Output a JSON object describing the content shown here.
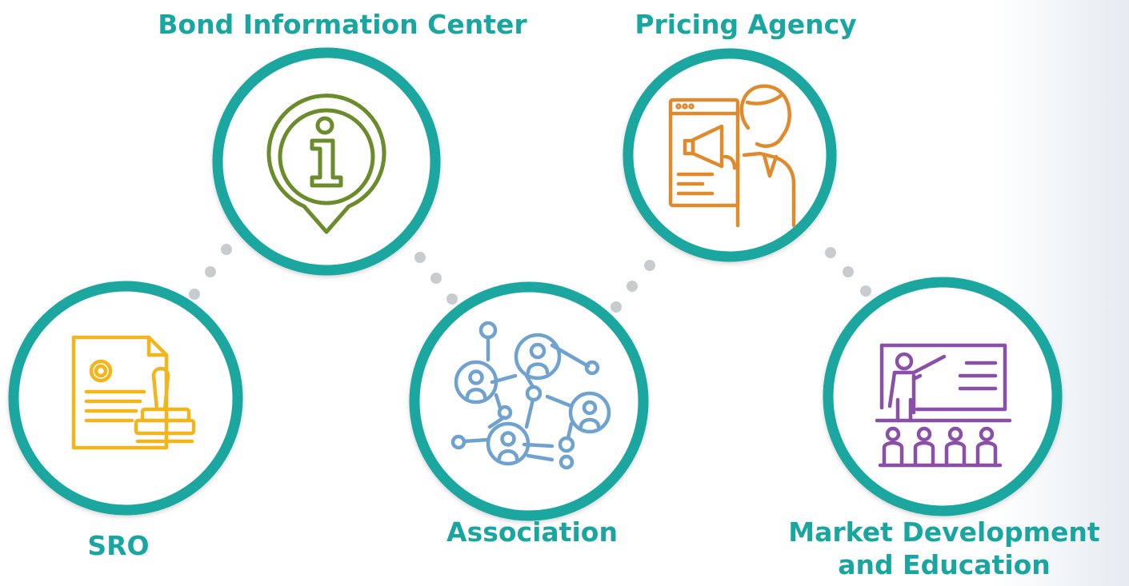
{
  "nodes": {
    "bond": {
      "label": "Bond Information Center",
      "icon": "info-pin-icon",
      "color": "#6b8c2a"
    },
    "pricing": {
      "label": "Pricing Agency",
      "icon": "presenter-megaphone-icon",
      "color": "#e08a2e"
    },
    "sro": {
      "label": "SRO",
      "icon": "document-stamp-icon",
      "color": "#f2b51b"
    },
    "association": {
      "label": "Association",
      "icon": "network-people-icon",
      "color": "#6fa2cf"
    },
    "market": {
      "label_line1": "Market Development",
      "label_line2": "and Education",
      "icon": "classroom-teacher-icon",
      "color": "#8a4fa6"
    }
  },
  "colors": {
    "ring": "#1aa6a0",
    "dots": "#c9cccf",
    "label": "#1aa6a0"
  }
}
